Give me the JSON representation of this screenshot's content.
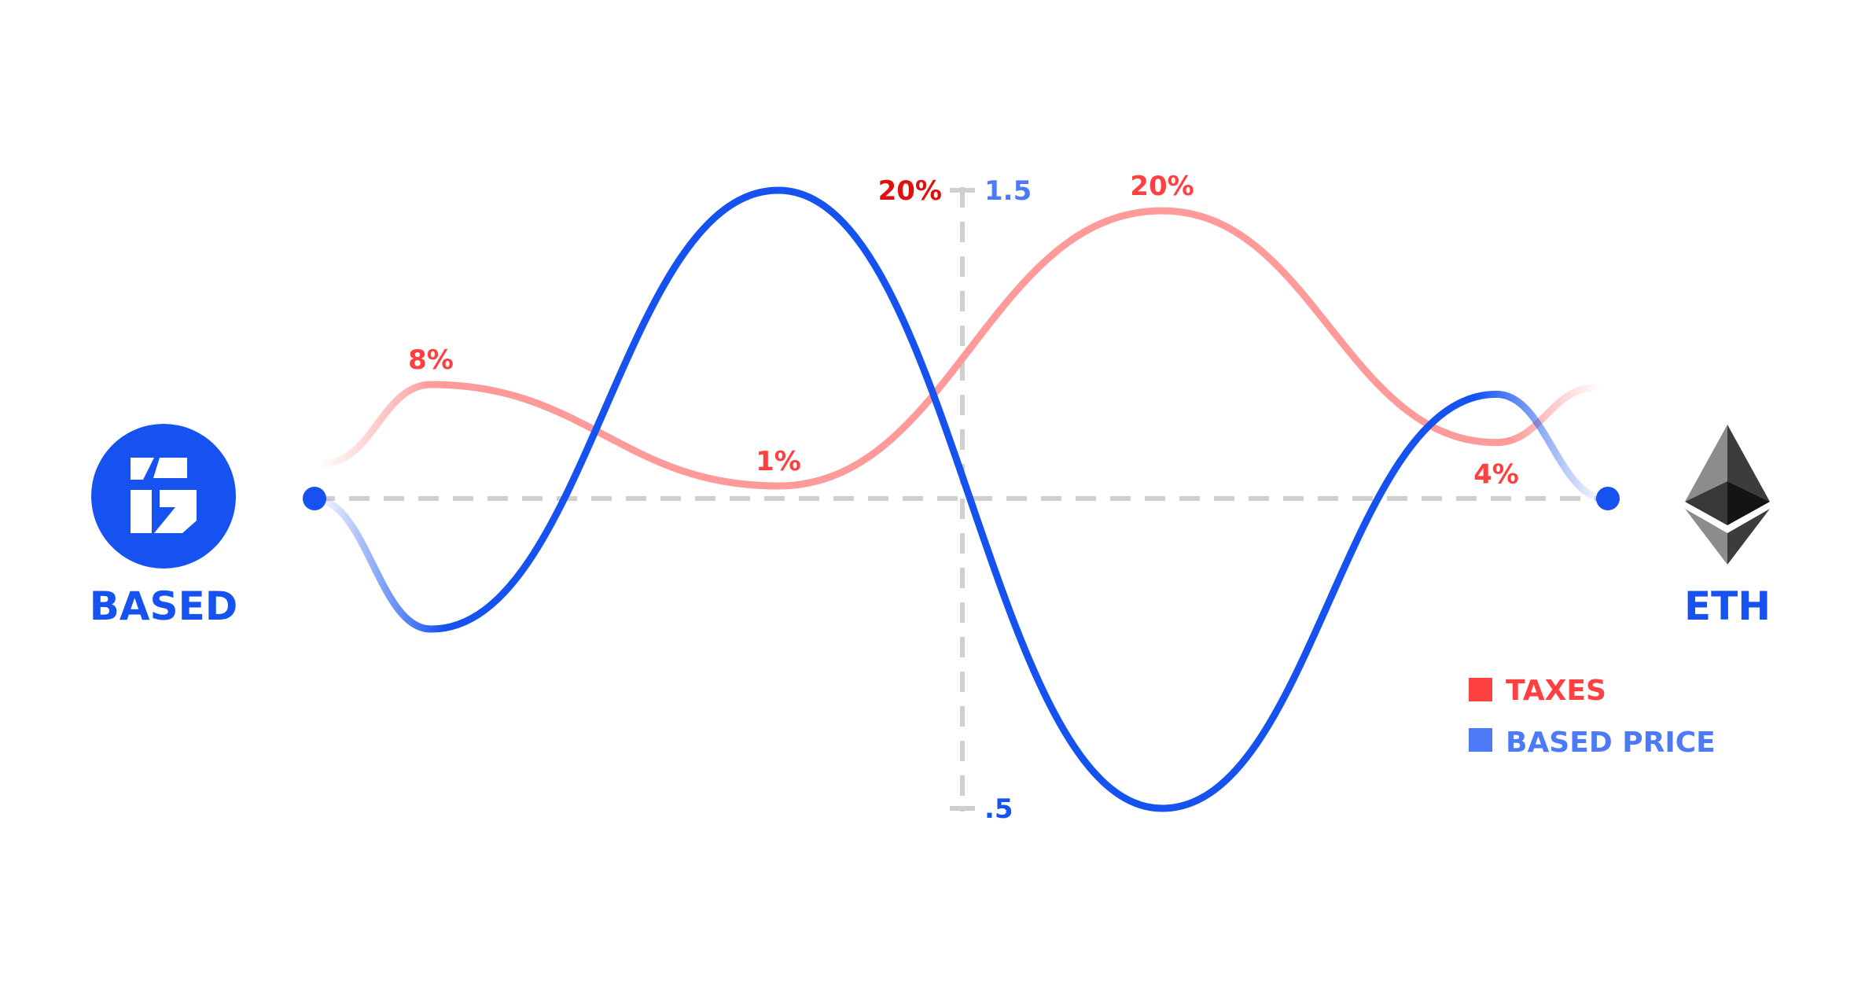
{
  "left_token": {
    "name": "BASED",
    "logo": "based-logo",
    "color": "#1652f0"
  },
  "right_token": {
    "name": "ETH",
    "logo": "ethereum-logo",
    "color": "#1652f0"
  },
  "legend": [
    {
      "label": "TAXES",
      "color": "#ff4040"
    },
    {
      "label": "BASED PRICE",
      "color": "#4c7bf5"
    }
  ],
  "colors": {
    "price_line": "#1652f0",
    "tax_line": "#ff9a9a",
    "tax_text": "#ff4040",
    "tax_axis_text": "#e01010",
    "price_axis_text": "#4c7bf5",
    "grid": "#cfcfcf"
  },
  "chart_data": {
    "type": "line",
    "title": "",
    "grid": false,
    "legend_position": "bottom-right",
    "axis": {
      "tax_top_label": "20%",
      "price_top_label": "1.5",
      "price_bottom_label": ".5",
      "price_ylim": [
        0.5,
        1.5
      ],
      "tax_ylim": [
        0,
        20
      ]
    },
    "x": [
      0,
      1,
      2,
      3,
      4,
      5
    ],
    "series": [
      {
        "name": "TAXES",
        "values": [
          null,
          8,
          1,
          20,
          4,
          null
        ],
        "labels": [
          "",
          "8%",
          "1%",
          "20%",
          "4%",
          ""
        ]
      },
      {
        "name": "BASED PRICE",
        "values": [
          1.0,
          0.79,
          1.5,
          0.5,
          1.17,
          1.0
        ]
      }
    ]
  }
}
